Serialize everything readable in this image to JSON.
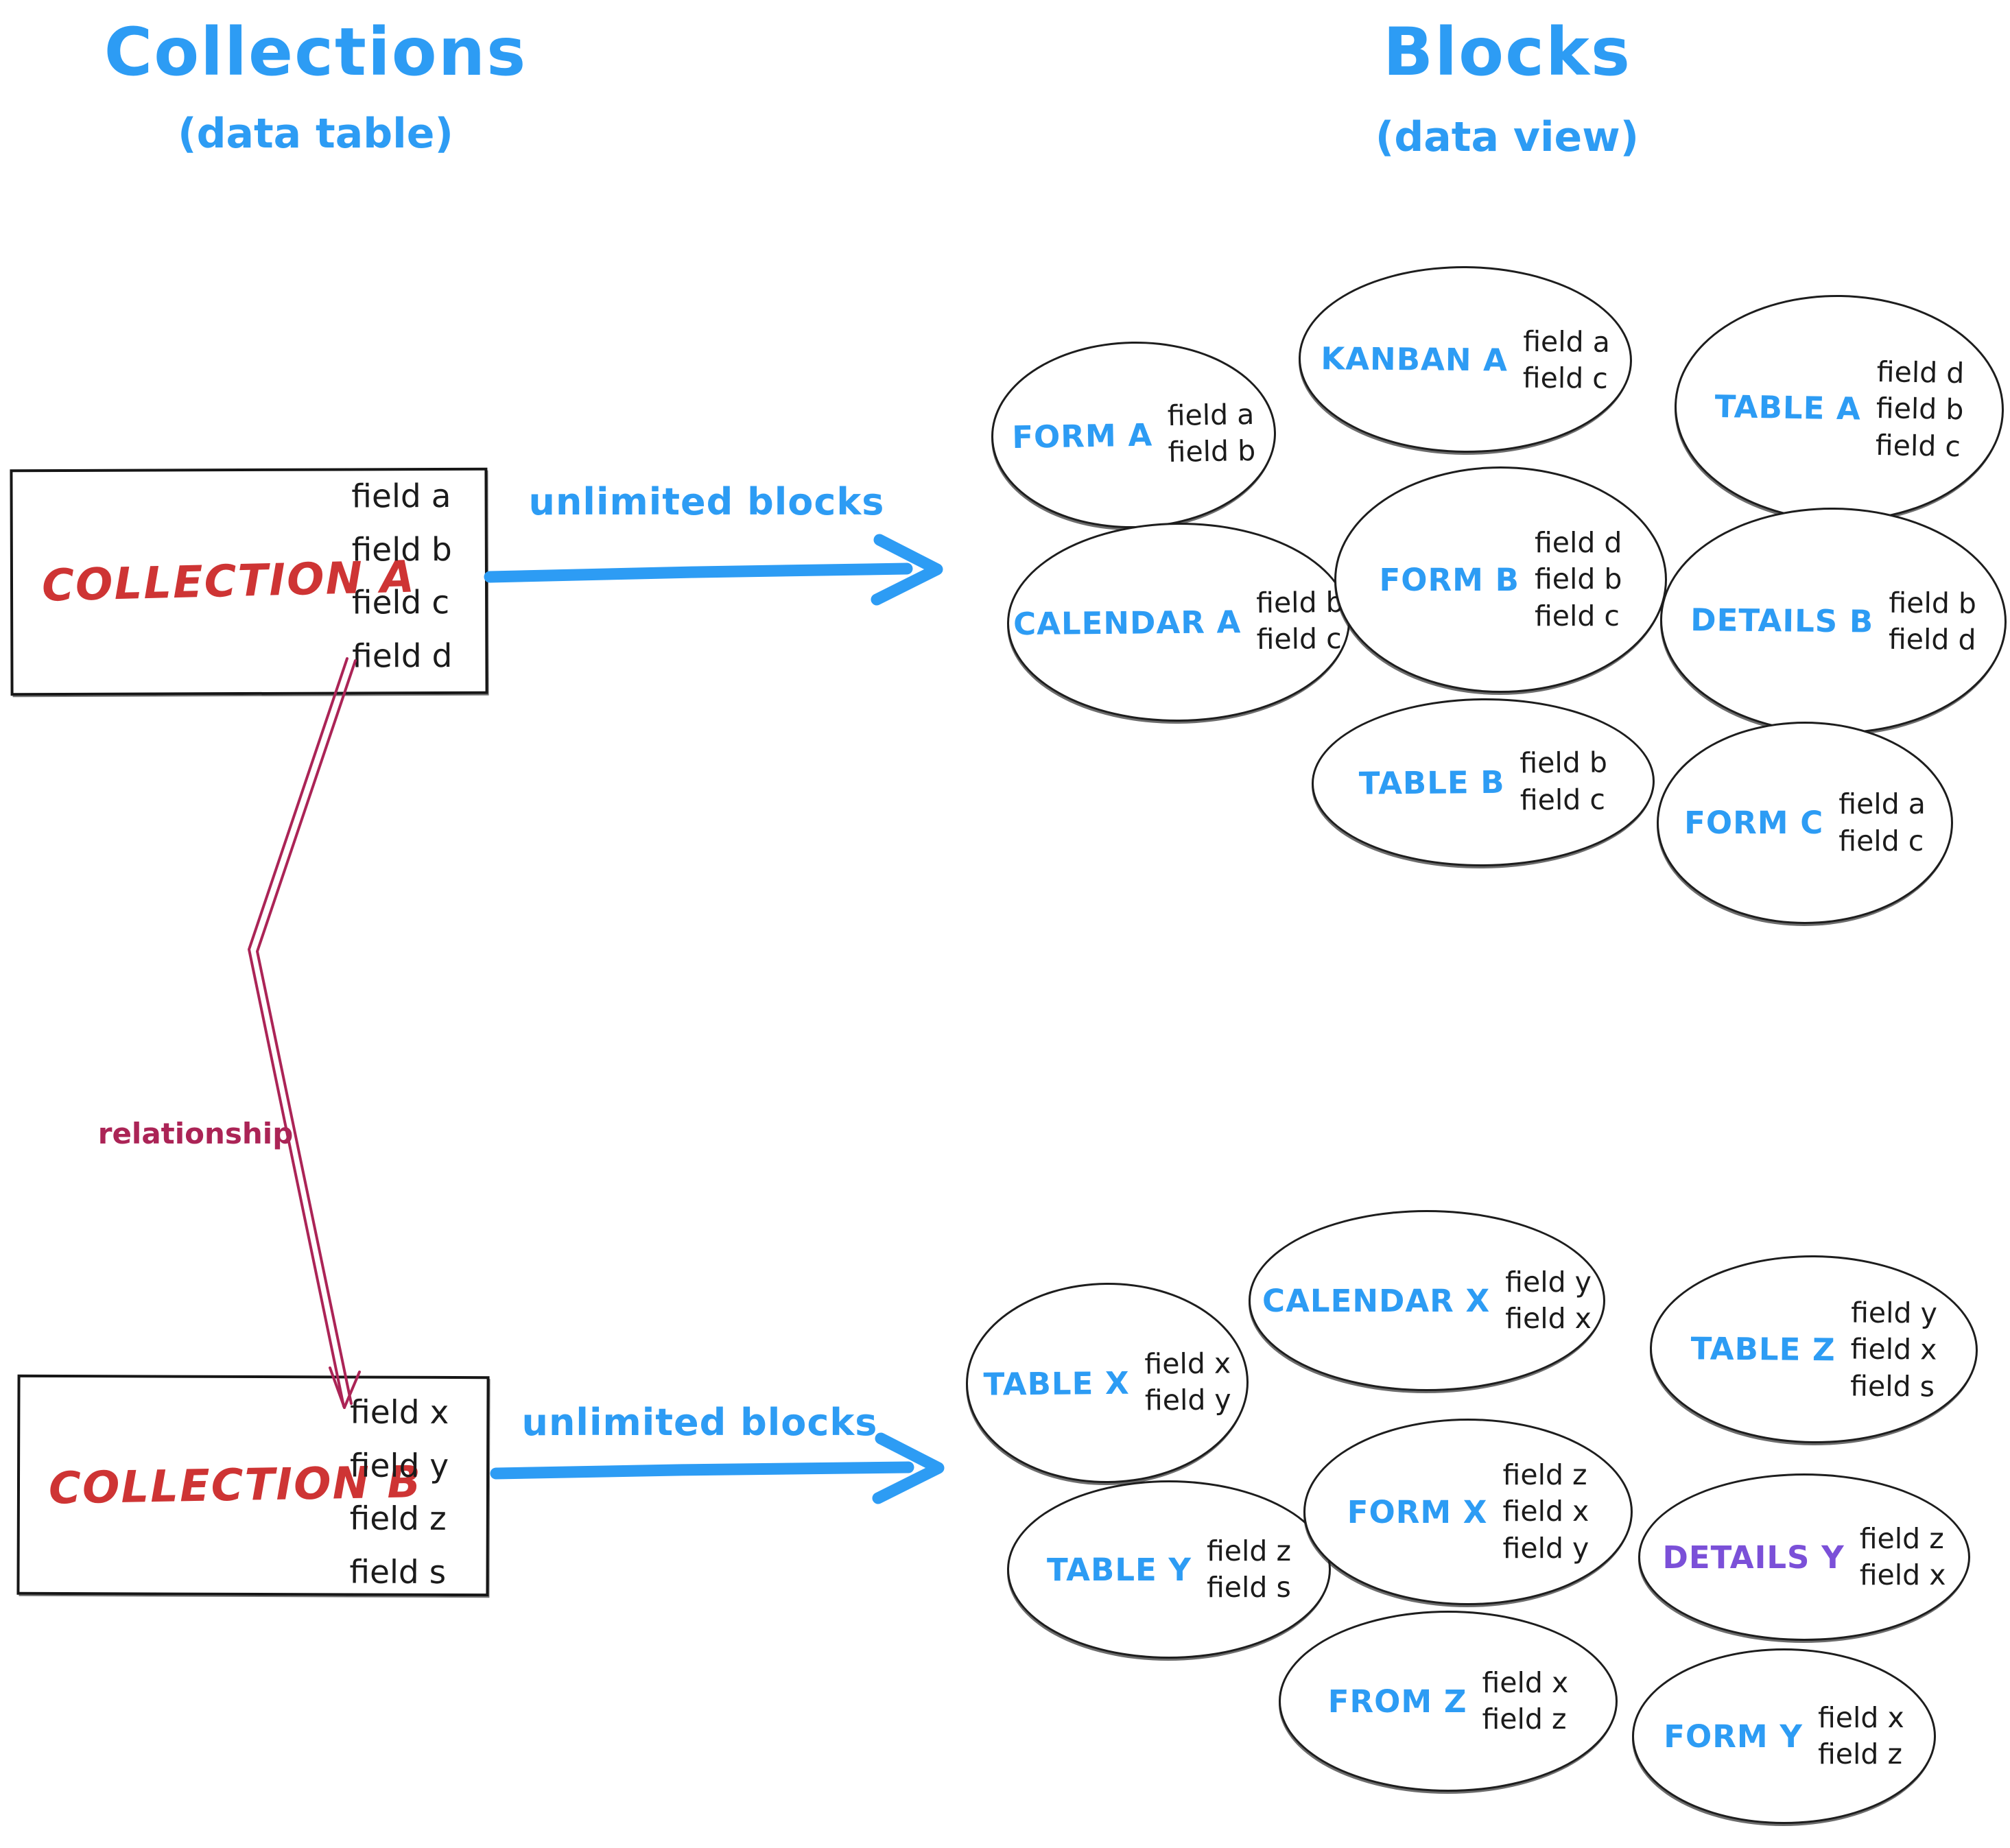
{
  "titles": {
    "left": {
      "title": "Collections",
      "subtitle": "(data table)"
    },
    "right": {
      "title": "Blocks",
      "subtitle": "(data view)"
    }
  },
  "collections": [
    {
      "id": "collection-a",
      "name": "COLLECTION A",
      "fields": [
        "field a",
        "field b",
        "field c",
        "field d"
      ]
    },
    {
      "id": "collection-b",
      "name": "COLLECTION B",
      "fields": [
        "field x",
        "field y",
        "field z",
        "field s"
      ]
    }
  ],
  "arrows": [
    {
      "id": "arrow-collection-a",
      "label": "unlimited blocks"
    },
    {
      "id": "arrow-collection-b",
      "label": "unlimited blocks"
    }
  ],
  "relationship": {
    "label": "relationship"
  },
  "block_clusters": [
    {
      "collection": "COLLECTION A",
      "blocks": [
        {
          "id": "form-a",
          "label": "FORM A",
          "label_color": "#2d9cf4",
          "fields": [
            "field a",
            "field b"
          ]
        },
        {
          "id": "kanban-a",
          "label": "KANBAN A",
          "label_color": "#2d9cf4",
          "fields": [
            "field a",
            "field c"
          ]
        },
        {
          "id": "table-a",
          "label": "TABLE A",
          "label_color": "#2d9cf4",
          "fields": [
            "field d",
            "field b",
            "field c"
          ]
        },
        {
          "id": "calendar-a",
          "label": "CALENDAR A",
          "label_color": "#2d9cf4",
          "fields": [
            "field b",
            "field c"
          ]
        },
        {
          "id": "form-b",
          "label": "FORM B",
          "label_color": "#2d9cf4",
          "fields": [
            "field d",
            "field b",
            "field c"
          ]
        },
        {
          "id": "details-b",
          "label": "DETAILS B",
          "label_color": "#2d9cf4",
          "fields": [
            "field b",
            "field d"
          ]
        },
        {
          "id": "table-b",
          "label": "TABLE B",
          "label_color": "#2d9cf4",
          "fields": [
            "field b",
            "field c"
          ]
        },
        {
          "id": "form-c",
          "label": "FORM C",
          "label_color": "#2d9cf4",
          "fields": [
            "field a",
            "field c"
          ]
        }
      ]
    },
    {
      "collection": "COLLECTION B",
      "blocks": [
        {
          "id": "table-x",
          "label": "TABLE X",
          "label_color": "#2d9cf4",
          "fields": [
            "field x",
            "field y"
          ]
        },
        {
          "id": "calendar-x",
          "label": "CALENDAR X",
          "label_color": "#2d9cf4",
          "fields": [
            "field y",
            "field x"
          ]
        },
        {
          "id": "table-z",
          "label": "TABLE Z",
          "label_color": "#2d9cf4",
          "fields": [
            "field y",
            "field x",
            "field s"
          ]
        },
        {
          "id": "table-y",
          "label": "TABLE Y",
          "label_color": "#2d9cf4",
          "fields": [
            "field z",
            "field s"
          ]
        },
        {
          "id": "form-x",
          "label": "FORM X",
          "label_color": "#2d9cf4",
          "fields": [
            "field z",
            "field x",
            "field y"
          ]
        },
        {
          "id": "details-y",
          "label": "DETAILS Y",
          "label_color": "#7b50d8",
          "fields": [
            "field z",
            "field x"
          ]
        },
        {
          "id": "from-z",
          "label": "FROM Z",
          "label_color": "#2d9cf4",
          "fields": [
            "field x",
            "field z"
          ]
        },
        {
          "id": "form-y",
          "label": "FORM Y",
          "label_color": "#2d9cf4",
          "fields": [
            "field x",
            "field z"
          ]
        }
      ]
    }
  ],
  "colors": {
    "accent_blue": "#2d9cf4",
    "collection_red": "#ce3434",
    "relationship_crimson": "#ab2456",
    "details_purple": "#7b50d8",
    "stroke_black": "#1d1d1d"
  }
}
